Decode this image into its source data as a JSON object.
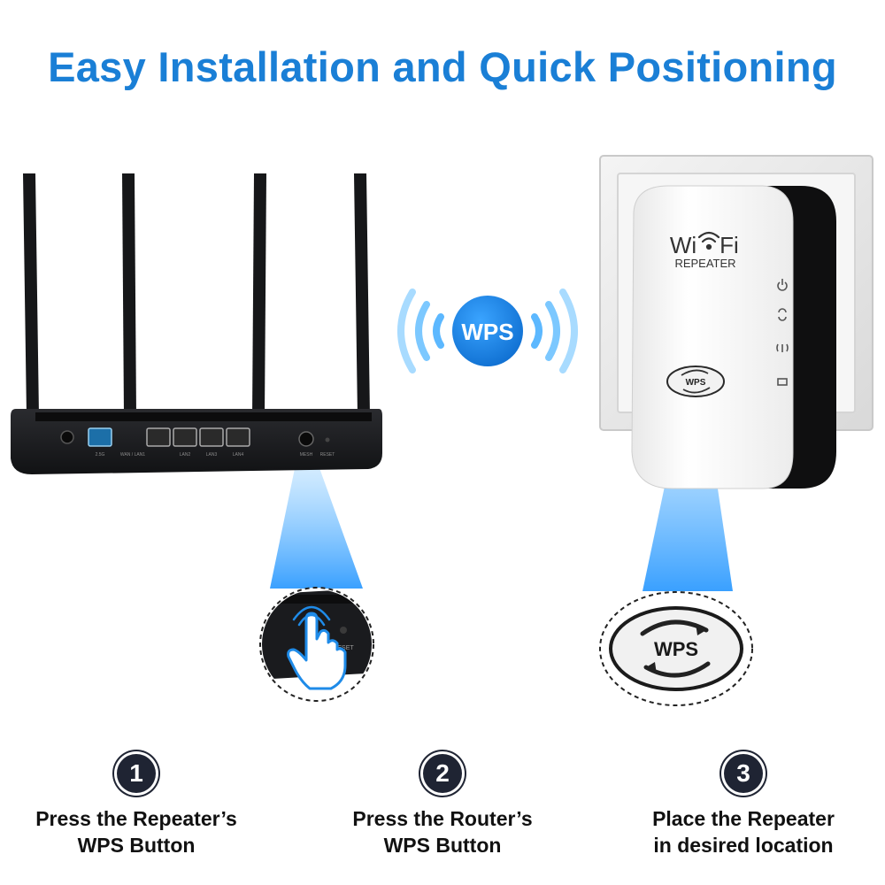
{
  "title": "Easy Installation and Quick Positioning",
  "wps_badge": "WPS",
  "repeater": {
    "brand_wi": "Wi",
    "brand_fi": "Fi",
    "model": "REPEATER",
    "button_label": "WPS"
  },
  "router": {
    "port_labels": [
      "2.5G",
      "WAN / LAN1",
      "LAN2",
      "LAN3",
      "LAN4"
    ],
    "mesh_label": "MESH",
    "reset_label": "RESET",
    "zoom_reset_label": "RESET"
  },
  "zoom_wps_label": "WPS",
  "steps": [
    {
      "number": "1",
      "line1": "Press the Repeater’s",
      "line2": "WPS Button"
    },
    {
      "number": "2",
      "line1": "Press the Router’s",
      "line2": "WPS Button"
    },
    {
      "number": "3",
      "line1": "Place the Repeater",
      "line2": "in desired location"
    }
  ],
  "colors": {
    "title": "#1a7fd6",
    "beam": "#3ea7ff",
    "badge": "#1f8be8",
    "router_body": "#1b1c1f",
    "step_circle": "#1f2433"
  }
}
